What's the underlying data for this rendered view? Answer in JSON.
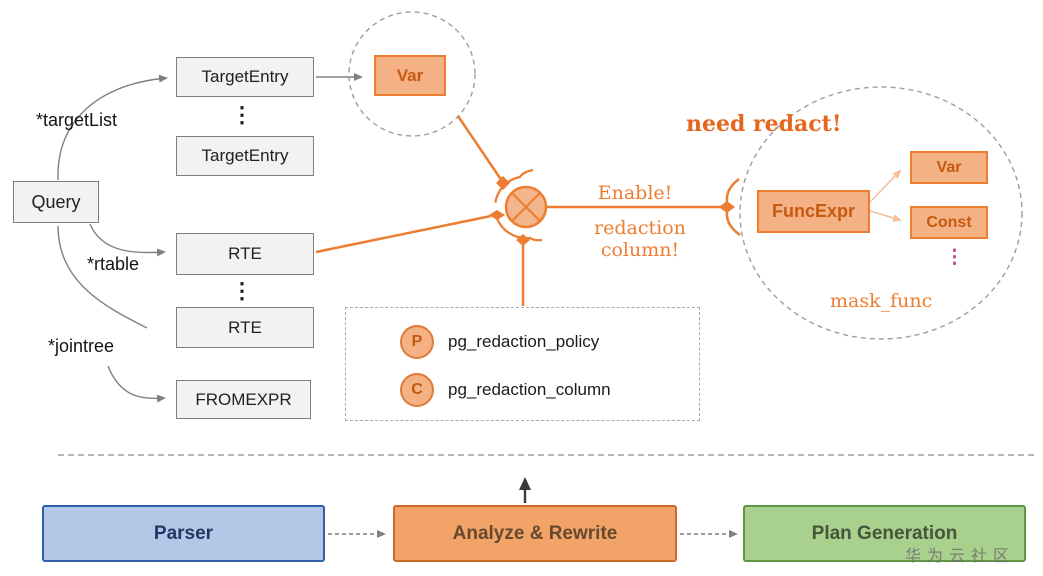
{
  "labels": {
    "query": "Query",
    "target_list": "*targetList",
    "rtable": "*rtable",
    "jointree": "*jointree"
  },
  "nodes": {
    "target_entry_1": "TargetEntry",
    "target_entry_2": "TargetEntry",
    "rte_1": "RTE",
    "rte_2": "RTE",
    "fromexpr": "FROMEXPR",
    "var": "Var",
    "funcexpr": "FuncExpr",
    "redact_var": "Var",
    "redact_const": "Const"
  },
  "ellipsis": {
    "dark": "⋮",
    "magenta": "⋮"
  },
  "annotations": {
    "need_redact": "need redact!",
    "enable": "Enable!",
    "redaction_column": "redaction column!",
    "mask_func": "mask_func"
  },
  "catalog": {
    "policy_badge": "P",
    "policy_table": "pg_redaction_policy",
    "column_badge": "C",
    "column_table": "pg_redaction_column"
  },
  "pipeline": [
    {
      "label": "Parser"
    },
    {
      "label": "Analyze & Rewrite"
    },
    {
      "label": "Plan Generation"
    }
  ],
  "watermark": "华为云社区",
  "colors": {
    "orange": "#ED7D31",
    "orange_fill": "#F4B183",
    "orange_text": "#C55A11",
    "join_fill": "#F3B68C",
    "peach_arrow": "#F6C09A",
    "gray_box_fill": "#F2F2F2",
    "gray_border": "#7F7F7F",
    "blue_fill": "#B4C7E7",
    "blue_border": "#2E5FA8",
    "blue_text": "#1F3864",
    "green_fill": "#A9D18E",
    "green_border": "#5E9643",
    "magenta": "#C2418C",
    "dark_arrow": "#3A3A3A"
  }
}
